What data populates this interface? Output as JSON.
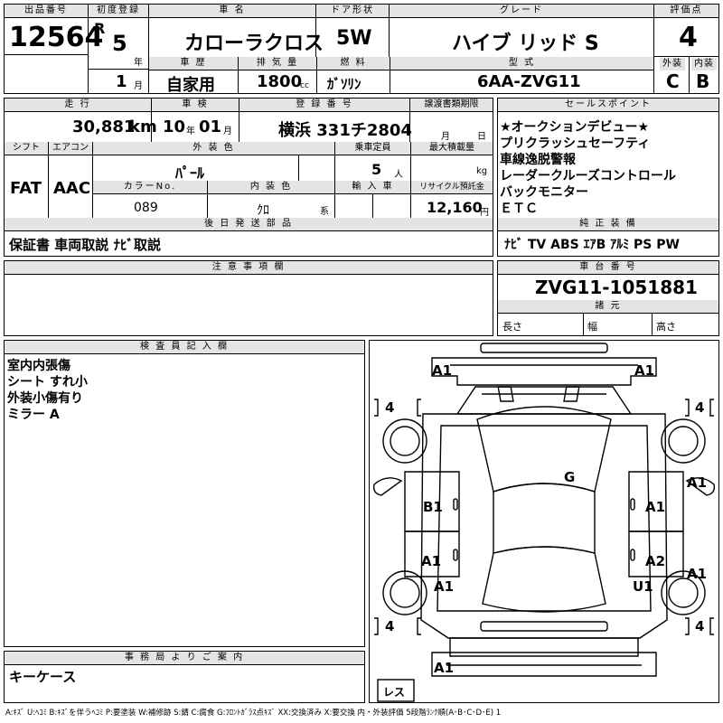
{
  "lot": {
    "header": "出品番号",
    "value": "12564"
  },
  "first_reg": {
    "header": "初度登録",
    "era": "R",
    "year": "5",
    "year_unit": "年",
    "month": "1",
    "month_unit": "月"
  },
  "car_name": {
    "header": "車 名",
    "value": "カローラクロス"
  },
  "door": {
    "header": "ドア形状",
    "value": "5W"
  },
  "grade": {
    "header": "グレード",
    "value": "ハイブ リッド S"
  },
  "score": {
    "header": "評価点",
    "value": "4",
    "ext_label": "外装",
    "int_label": "内装",
    "ext_value": "C",
    "int_value": "B"
  },
  "history": {
    "header": "車 歴",
    "value": "自家用"
  },
  "displacement": {
    "header": "排 気 量",
    "value": "1800",
    "unit": "cc"
  },
  "fuel": {
    "header": "燃 料",
    "value": "ｶﾞｿﾘﾝ"
  },
  "model": {
    "header": "型 式",
    "value": "6AA-ZVG11"
  },
  "mileage": {
    "header": "走 行",
    "value": "30,881",
    "unit": "km"
  },
  "inspection": {
    "header": "車 検",
    "year": "10",
    "year_unit": "年",
    "month": "01",
    "month_unit": "月"
  },
  "registration": {
    "header": "登 録 番 号",
    "value": "横浜 331チ2804"
  },
  "transfer_doc": {
    "header": "譲渡書類期限",
    "month_unit": "月",
    "day_unit": "日"
  },
  "shift": {
    "header": "シフト",
    "value": "FAT"
  },
  "aircon": {
    "header": "エアコン",
    "value": "AAC"
  },
  "ext_color": {
    "header": "外 装 色",
    "value": "ﾊﾟｰﾙ"
  },
  "capacity": {
    "header": "乗車定員",
    "value": "5",
    "unit": "人"
  },
  "max_load": {
    "header": "最大積載量",
    "unit": "kg"
  },
  "color_no": {
    "header": "カラーNo.",
    "value": "089"
  },
  "int_color": {
    "header": "内 装 色",
    "value": "ｸﾛ",
    "unit": "系"
  },
  "import": {
    "header": "輸 入 車"
  },
  "recycle": {
    "header": "リサイクル預託金",
    "value": "12,160",
    "unit": "円"
  },
  "later_parts": {
    "header": "後 日 発 送 部 品",
    "value": "保証書 車両取説 ﾅﾋﾞ取説"
  },
  "notes": {
    "header": "注 意 事 項 欄"
  },
  "sales_points": {
    "header": "セールスポイント",
    "items": [
      "★オークションデビュー★",
      "プリクラッシュセーフティ",
      "車線逸脱警報",
      "レーダークルーズコントロール",
      "バックモニター",
      "ＥＴＣ"
    ]
  },
  "equipment": {
    "header": "純 正 装 備",
    "value": "ﾅﾋﾞ TV ABS ｴｱB ｱﾙﾐ PS PW"
  },
  "chassis": {
    "header": "車 台 番 号",
    "value": "ZVG11-1051881"
  },
  "specs": {
    "header": "諸 元",
    "length": "長さ",
    "width": "幅",
    "height": "高さ"
  },
  "inspector": {
    "header": "検 査 員 記 入 欄",
    "lines": [
      "室内内張傷",
      "シート すれ小",
      "外装小傷有り",
      "ミラー A"
    ]
  },
  "office": {
    "header": "事 務 局 よ り ご 案 内",
    "value": "キーケース"
  },
  "diagram": {
    "marks": [
      "A1",
      "A1",
      "G",
      "A1",
      "B1",
      "A1",
      "A1",
      "A2",
      "A1",
      "A1",
      "U1",
      "A1"
    ],
    "tires": [
      "4",
      "4",
      "4",
      "4"
    ],
    "spare": "レス"
  },
  "legend": "A:ｷｽﾞ U:ﾍｺﾐ B:ｷｽﾞを伴うﾍｺﾐ P:要塗装 W:補修跡 S:錆 C:腐食 G:ﾌﾛﾝﾄｶﾞﾗｽ点ｷｽﾞ XX:交換済み X:要交換 内・外装評価 5段階ﾗﾝｸ順(A･B･C･D･E) 1"
}
